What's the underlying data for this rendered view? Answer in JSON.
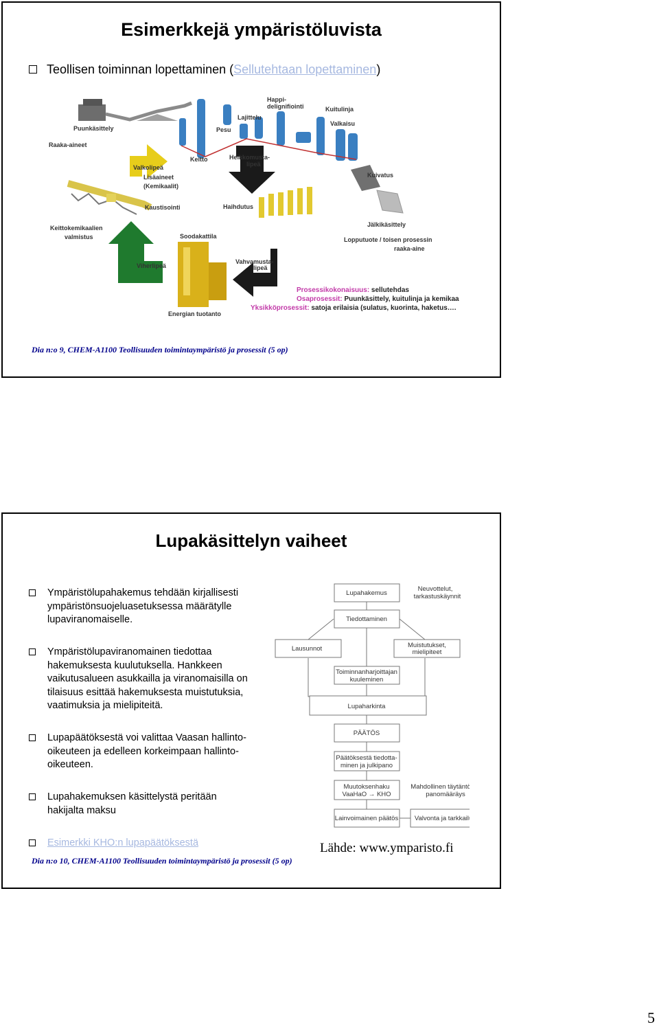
{
  "slide1": {
    "title": "Esimerkkejä ympäristöluvista",
    "bullet_text": "Teollisen toiminnan lopettaminen (",
    "bullet_link": "Sellutehtaan lopettaminen",
    "bullet_close": ")",
    "diagram_labels": {
      "puunkasittely": "Puunkäsittely",
      "raaka_aineet": "Raaka-aineet",
      "keitto": "Keitto",
      "pesu": "Pesu",
      "lajittelu": "Lajittelu",
      "happi1": "Happi-",
      "happi2": "delignifiointi",
      "kuitulinja": "Kuitulinja",
      "valkaisu": "Valkaisu",
      "heikko1": "Heikkomusta-",
      "heikko2": "lipeä",
      "kuivatus": "Kuivatus",
      "valkolipea": "Valkolipeä",
      "lisaaineet": "Lisäaineet",
      "kemikaalit": "(Kemikaalit)",
      "kaustisointi": "Kaustisointi",
      "haihdutus": "Haihdutus",
      "jalki": "Jälkikäsittely",
      "keittokem1": "Keittokemikaalien",
      "keittokem2": "valmistus",
      "soodakattila": "Soodakattila",
      "lopputuote1": "Lopputuote / toisen prosessin",
      "lopputuote2": "raaka-aine",
      "viherlipea": "Viherlipeä",
      "vahva1": "Vahvamusta-",
      "vahva2": "lipeä",
      "prosessi_label": "Prosessikokonaisuus:",
      "prosessi_value": " sellutehdas",
      "osa_label": "Osaprosessit:",
      "osa_value": " Puunkäsittely, kuitulinja ja kemikaalikierto",
      "yksikko_label": "Yksikköprosessit:",
      "yksikko_value": " satoja erilaisia (sulatus, kuorinta, haketus….",
      "energia": "Energian tuotanto"
    },
    "footer": "Dia n:o 9, CHEM-A1100 Teollisuuden toimintaympäristö ja prosessit (5 op)"
  },
  "slide2": {
    "title": "Lupakäsittelyn vaiheet",
    "bullets": [
      "Ympäristölupahakemus tehdään kirjallisesti ympäristönsuojeluasetuksessa määrätylle lupaviranomaiselle.",
      "Ympäristölupaviranomainen tiedottaa hakemuksesta kuulutuksella. Hankkeen vaikutusalueen asukkailla ja viranomaisilla on tilaisuus esittää hakemuksesta muistutuksia, vaatimuksia ja mielipiteitä.",
      "Lupapäätöksestä voi valittaa Vaasan hallinto-oikeuteen ja edelleen korkeimpaan hallinto-oikeuteen.",
      "Lupahakemuksen käsittelystä peritään hakijalta maksu"
    ],
    "link_bullet": "Esimerkki KHO:n lupapäätöksestä",
    "flowchart": {
      "lupahakemus": "Lupahakemus",
      "neuvottelut1": "Neuvottelut,",
      "neuvottelut2": "tarkastuskäynnit",
      "tiedottaminen": "Tiedottaminen",
      "lausunnot": "Lausunnot",
      "muistutukset1": "Muistutukset,",
      "muistutukset2": "mielipiteet",
      "toiminnan1": "Toiminnanharjoittajan",
      "toiminnan2": "kuuleminen",
      "lupaharkinta": "Lupaharkinta",
      "paatos": "PÄÄTÖS",
      "paatoksesta1": "Päätöksestä tiedotta-",
      "paatoksesta2": "minen ja julkipano",
      "muutoksenhaku1": "Muutoksenhaku",
      "muutoksenhaku2": "VaaHaO → KHO",
      "mahdollinen1": "Mahdollinen täytäntöön-",
      "mahdollinen2": "panomääräys",
      "lainvoimainen": "Lainvoimainen päätös",
      "valvonta": "Valvonta ja tarkkailu"
    },
    "source": "Lähde: www.ymparisto.fi",
    "footer": "Dia n:o 10, CHEM-A1100 Teollisuuden toimintaympäristö ja prosessit (5 op)"
  },
  "page_number": "5"
}
